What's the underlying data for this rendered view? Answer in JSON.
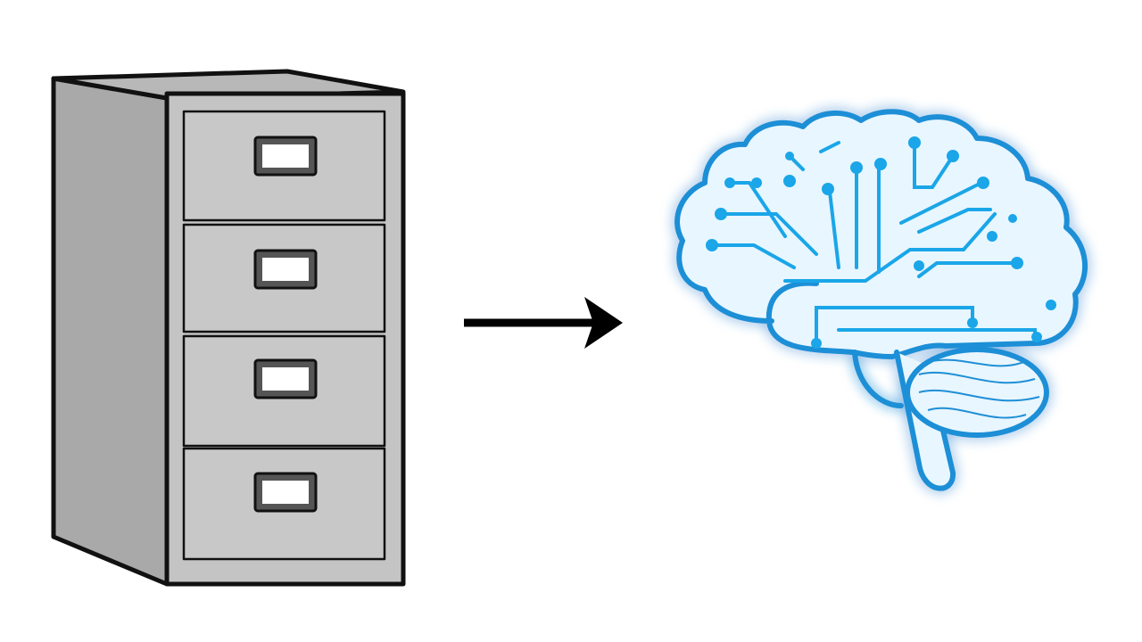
{
  "scene": {
    "left_object": "filing-cabinet",
    "connector": "arrow-right",
    "right_object": "brain-circuit",
    "drawer_count": 4
  },
  "colors": {
    "background": "#ffffff",
    "cabinet_fill": "#c4c4c4",
    "cabinet_side": "#a9a9a9",
    "outline": "#111111",
    "brain_line": "#1f8fd6",
    "brain_glow": "#7fd4ff",
    "circuit": "#1aa6e8"
  }
}
